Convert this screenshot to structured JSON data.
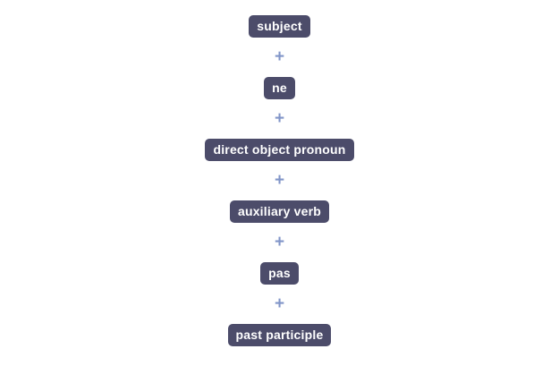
{
  "diagram": {
    "description": "vertical grammar formula diagram",
    "plus": "+",
    "items": [
      "subject",
      "ne",
      "direct object pronoun",
      "auxiliary verb",
      "pas",
      "past participle"
    ],
    "colors": {
      "box_bg": "#4c4c6a",
      "box_text": "#ffffff",
      "plus": "#8195c8",
      "background": "#ffffff"
    }
  }
}
